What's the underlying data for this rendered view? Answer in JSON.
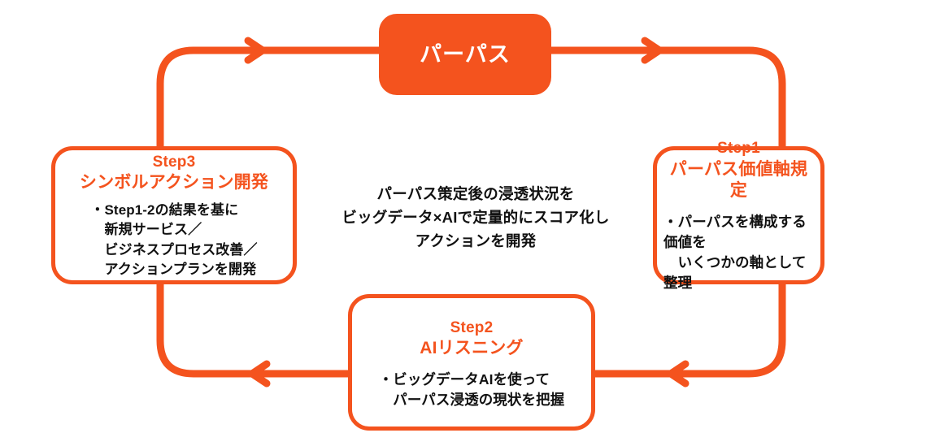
{
  "diagram": {
    "type": "cycle-flow",
    "accent_color": "#F4531E",
    "text_color": "#111111",
    "background_color": "#FFFFFF",
    "purpose": {
      "label": "パーパス"
    },
    "center_caption": "パーパス策定後の浸透状況を\nビッグデータ×AIで定量的にスコア化し\nアクションを開発",
    "steps": [
      {
        "id": "step1",
        "step_no": "Step1",
        "title": "パーパス価値軸規定",
        "body": "・パーパスを構成する価値を\n　いくつかの軸として整理"
      },
      {
        "id": "step2",
        "step_no": "Step2",
        "title": "AIリスニング",
        "body": "・ビッグデータAIを使って\n　パーパス浸透の現状を把握"
      },
      {
        "id": "step3",
        "step_no": "Step3",
        "title": "シンボルアクション開発",
        "body": "・Step1-2の結果を基に\n　新規サービス／\n　ビジネスプロセス改善／\n　アクションプランを開発"
      }
    ],
    "connectors": [
      {
        "id": "step3-to-purpose",
        "direction": "right",
        "from": "step3",
        "to": "purpose"
      },
      {
        "id": "purpose-to-step1",
        "direction": "right",
        "from": "purpose",
        "to": "step1"
      },
      {
        "id": "step1-to-step2",
        "direction": "left",
        "from": "step1",
        "to": "step2"
      },
      {
        "id": "step2-to-step3",
        "direction": "left",
        "from": "step2",
        "to": "step3"
      }
    ]
  }
}
